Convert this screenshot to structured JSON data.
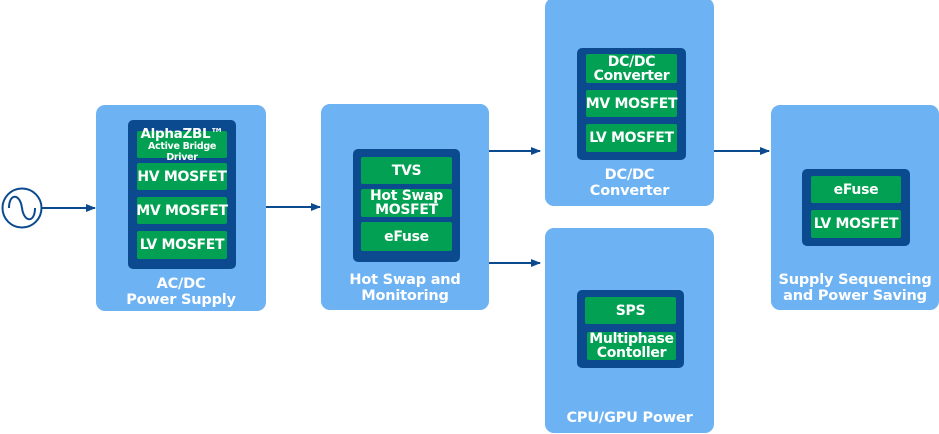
{
  "diagram": {
    "colors": {
      "block_fill": "#6db2f2",
      "group_fill": "#0b4a8f",
      "component_fill": "#02a053",
      "text": "#ffffff",
      "arrow": "#0b4a8f"
    },
    "source": {
      "icon": "ac-sine-source-icon"
    },
    "blocks": {
      "acdc": {
        "title_line1": "AC/DC",
        "title_line2": "Power Supply",
        "components": [
          {
            "main": "AlphaZBL™",
            "sub": "Active Bridge Driver"
          },
          {
            "main": "HV MOSFET"
          },
          {
            "main": "MV MOSFET"
          },
          {
            "main": "LV MOSFET"
          }
        ]
      },
      "hotswap": {
        "title_line1": "Hot Swap and",
        "title_line2": "Monitoring",
        "components": [
          {
            "main": "TVS"
          },
          {
            "line1": "Hot Swap",
            "line2": "MOSFET"
          },
          {
            "main": "eFuse"
          }
        ]
      },
      "dcdc": {
        "title_line1": "DC/DC",
        "title_line2": "Converter",
        "components": [
          {
            "line1": "DC/DC",
            "line2": "Converter"
          },
          {
            "main": "MV MOSFET"
          },
          {
            "main": "LV MOSFET"
          }
        ]
      },
      "cpugpu": {
        "title_line1": "CPU/GPU Power",
        "components": [
          {
            "main": "SPS"
          },
          {
            "line1": "Multiphase",
            "line2": "Contoller"
          }
        ]
      },
      "sequencing": {
        "title_line1": "Supply Sequencing",
        "title_line2": "and Power Saving",
        "components": [
          {
            "main": "eFuse"
          },
          {
            "main": "LV MOSFET"
          }
        ]
      }
    },
    "connections": [
      {
        "from": "source",
        "to": "acdc"
      },
      {
        "from": "acdc",
        "to": "hotswap"
      },
      {
        "from": "hotswap",
        "to": "dcdc"
      },
      {
        "from": "hotswap",
        "to": "cpugpu"
      },
      {
        "from": "dcdc",
        "to": "sequencing"
      }
    ]
  }
}
